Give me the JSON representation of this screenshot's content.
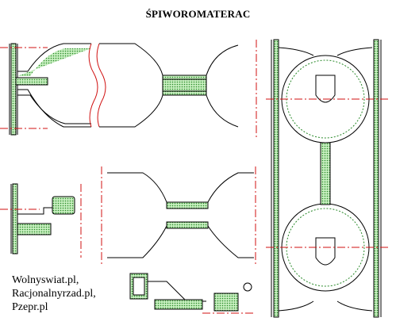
{
  "title": "ŚPIWOROMATERAC",
  "credits": [
    "Wolnyswiat.pl,",
    "Racjonalnyrzad.pl,",
    "Pzepr.pl"
  ],
  "colors": {
    "outline": "#000000",
    "fill": "#c8f0c0",
    "hatch": "#2a8a2a",
    "centerline": "#d01010",
    "background": "#ffffff"
  }
}
